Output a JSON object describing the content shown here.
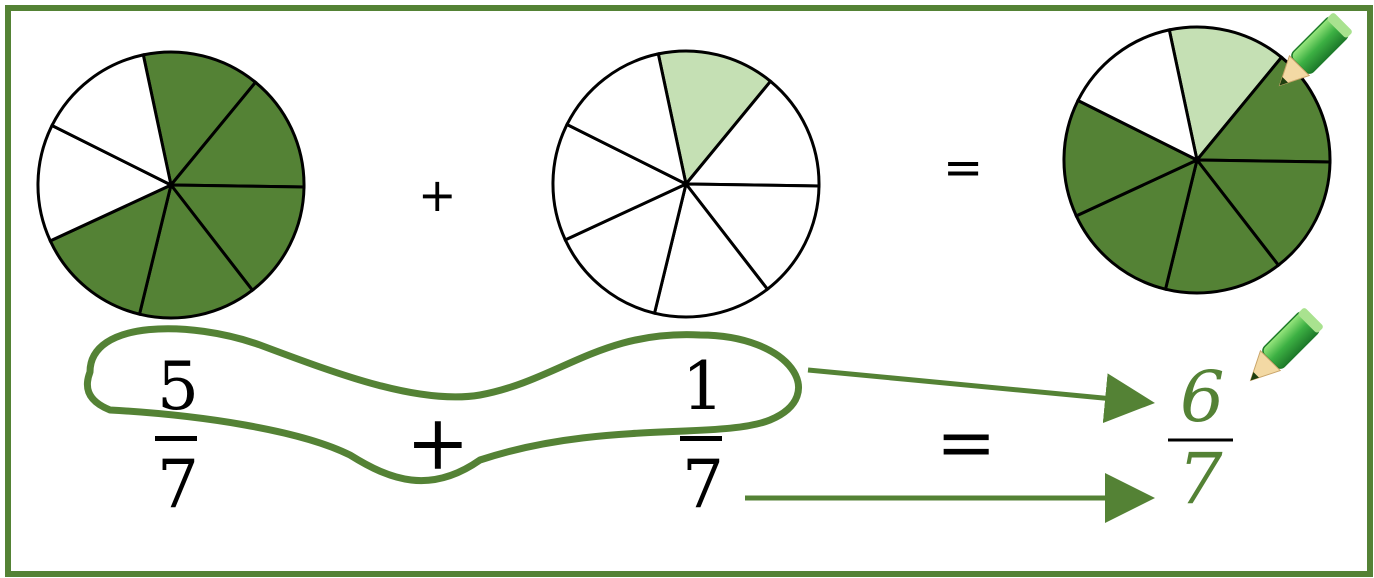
{
  "colors": {
    "frame": "#548235",
    "shaded": "#548235",
    "light_shaded": "#C5E0B4",
    "unshaded": "#FFFFFF",
    "ink": "#000000",
    "pencil": "#3CB043"
  },
  "pies": [
    {
      "name": "five-sevenths-pie",
      "parts": 7,
      "shaded": 5,
      "shade_color": "#548235"
    },
    {
      "name": "one-seventh-pie",
      "parts": 7,
      "shaded": 1,
      "shade_color": "#C5E0B4"
    },
    {
      "name": "six-sevenths-pie",
      "parts": 7,
      "shaded": 6,
      "shade_color": "#548235",
      "light_part": 1
    }
  ],
  "top_row": {
    "plus": "+",
    "equals": "="
  },
  "equation": {
    "first": {
      "numerator": "5",
      "denominator": "7"
    },
    "plus": "+",
    "second": {
      "numerator": "1",
      "denominator": "7"
    },
    "equals": "=",
    "result": {
      "numerator": "6",
      "denominator": "7"
    }
  },
  "icons": [
    "pencil-icon"
  ]
}
